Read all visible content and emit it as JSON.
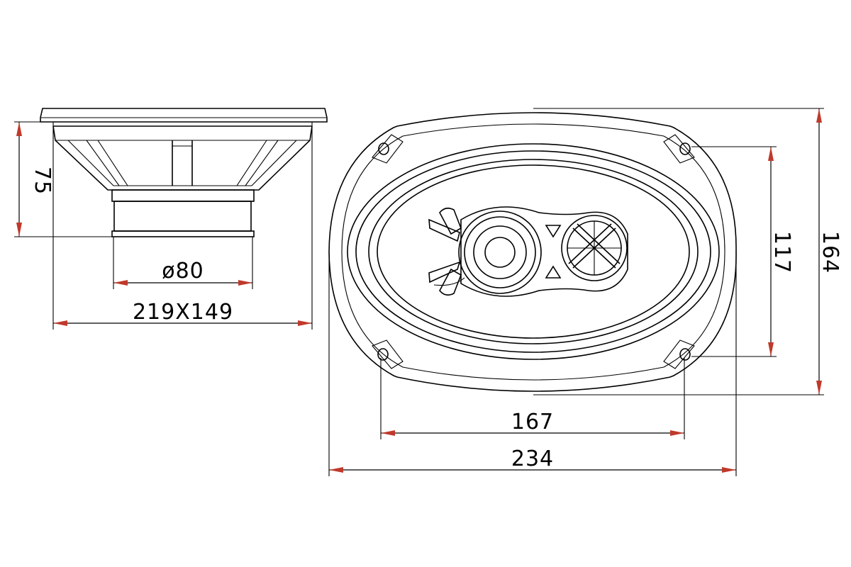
{
  "dimensions": {
    "side_depth": "75",
    "magnet_diameter": "ø80",
    "side_width": "219X149",
    "mount_vertical": "117",
    "overall_height": "164",
    "mount_horizontal": "167",
    "overall_width": "234"
  },
  "colors": {
    "line": "#000000",
    "arrow": "#c0392b",
    "background": "#ffffff"
  }
}
